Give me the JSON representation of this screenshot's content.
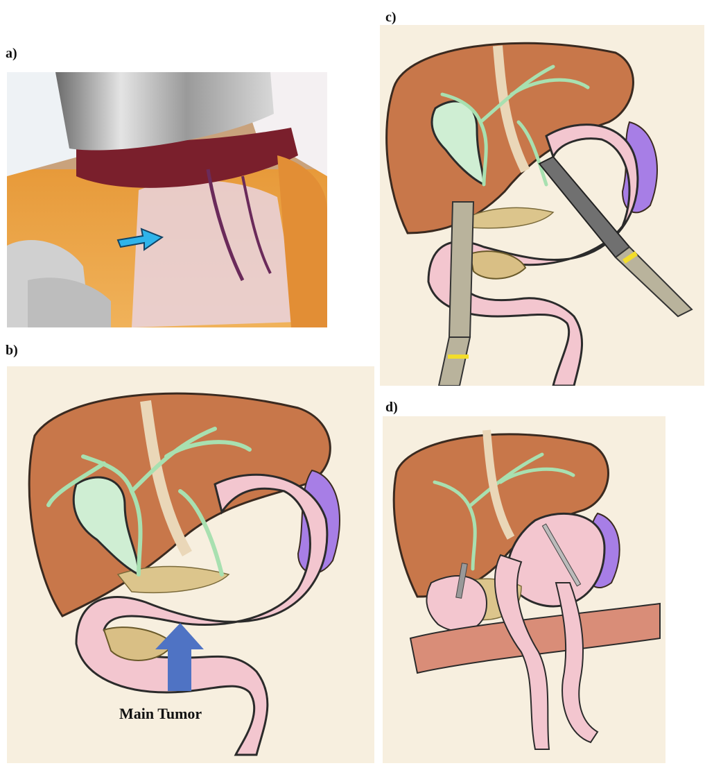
{
  "figure": {
    "panel_labels": {
      "a": "a)",
      "b": "b)",
      "c": "c)",
      "d": "d)"
    },
    "annotation_main_tumor": "Main Tumor",
    "colors": {
      "background_panel": "#f7efdf",
      "liver": "#c8774a",
      "liver_outline": "#3a2a20",
      "gallbladder": "#cfeed3",
      "bile_ducts": "#a8e0b0",
      "stomach": "#f3c6cf",
      "spleen": "#a77ee6",
      "pancreas": "#dcc58c",
      "ligament": "#ead7b8",
      "tumor_arrow": "#4f73c4",
      "photo_arrow": "#2fb4ea",
      "colon": "#d98d78",
      "stapler_shaft": "#b9b39c",
      "stapler_head": "#707070",
      "stapler_band": "#f2dd2b"
    },
    "icons": {
      "photo_arrow": "right-arrow-icon",
      "tumor_arrow": "up-arrow-icon"
    }
  }
}
